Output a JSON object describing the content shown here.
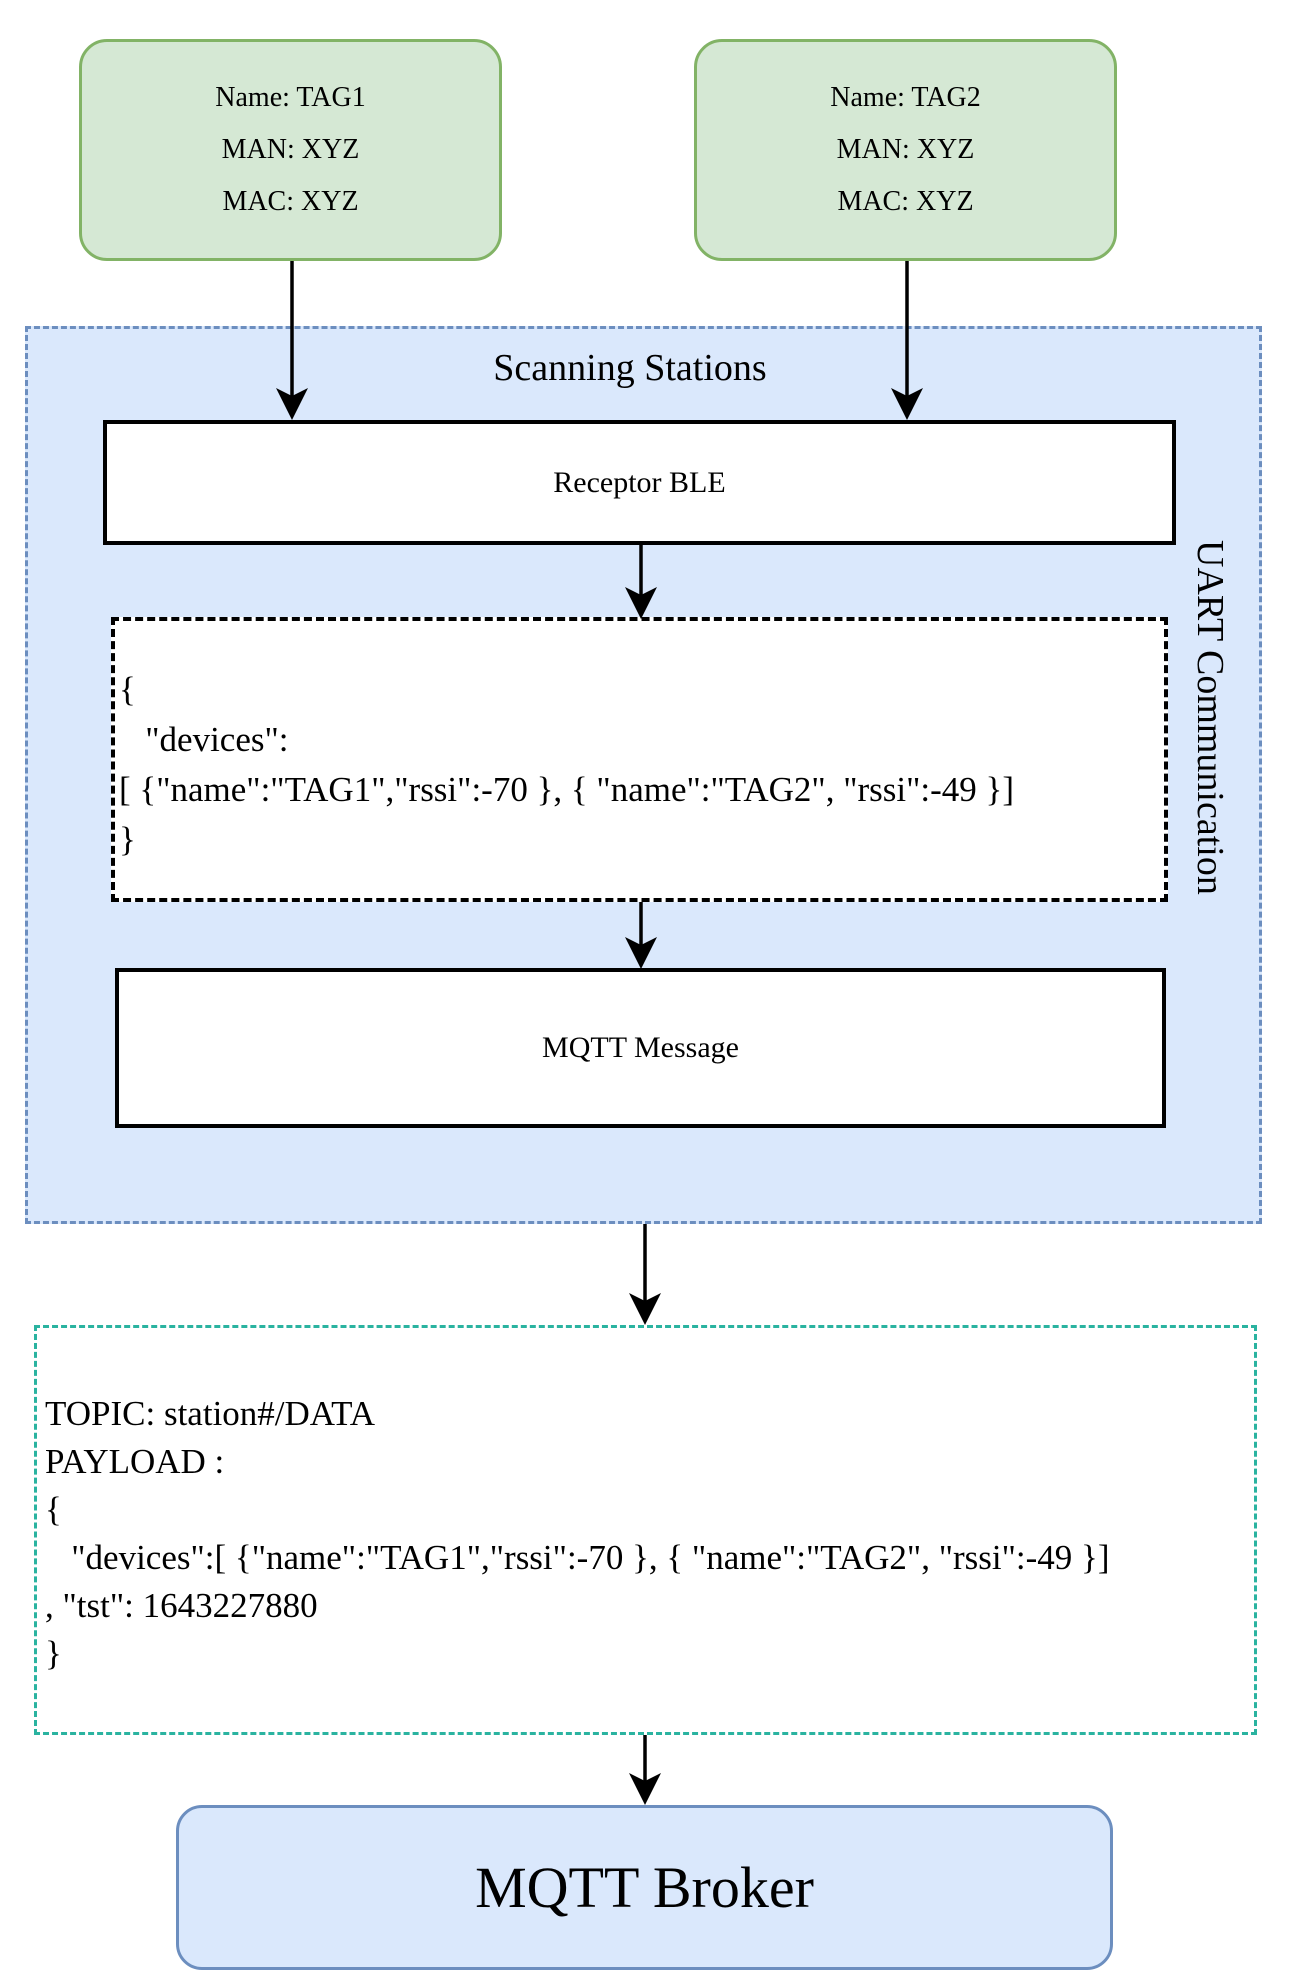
{
  "tags": [
    {
      "name_line": "Name: TAG1",
      "man_line": "MAN: XYZ",
      "mac_line": "MAC: XYZ"
    },
    {
      "name_line": "Name: TAG2",
      "man_line": "MAN: XYZ",
      "mac_line": "MAC: XYZ"
    }
  ],
  "station": {
    "title": "Scanning Stations",
    "side_label": "UART Communication",
    "receptor_label": "Receptor BLE",
    "json_lines": [
      "{",
      "   \"devices\":",
      "[ {\"name\":\"TAG1\",\"rssi\":-70 }, { \"name\":\"TAG2\", \"rssi\":-49 }]",
      "}"
    ],
    "mqtt_label": "MQTT Message"
  },
  "mqtt_payload": {
    "lines": [
      "TOPIC: station#/DATA",
      "PAYLOAD :",
      "{",
      "   \"devices\":[ {\"name\":\"TAG1\",\"rssi\":-70 }, { \"name\":\"TAG2\", \"rssi\":-49 }]",
      ", \"tst\": 1643227880",
      "}"
    ]
  },
  "broker": {
    "label": "MQTT Broker"
  },
  "colors": {
    "tag_fill": "#d5e8d4",
    "tag_stroke": "#82b366",
    "station_fill": "#dae8fc",
    "station_stroke": "#6c8ebf",
    "payload_stroke": "#2ab3a0"
  }
}
